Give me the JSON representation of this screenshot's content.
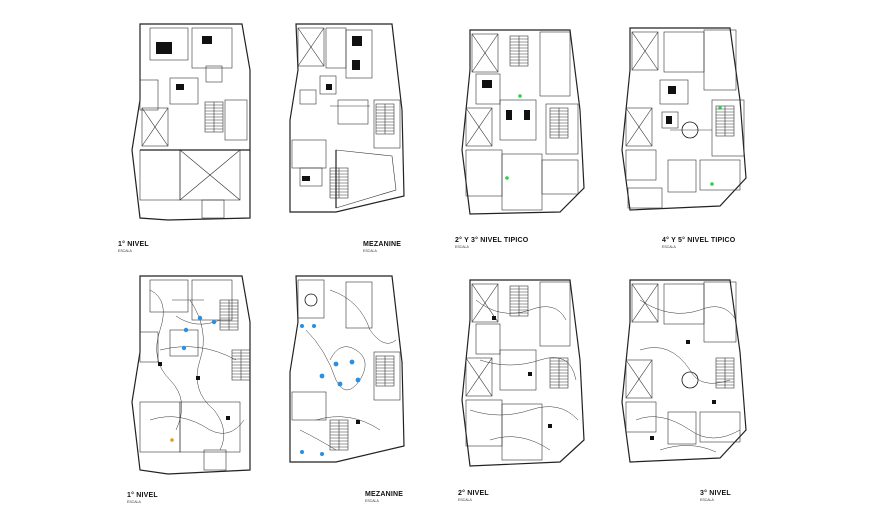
{
  "sheet": {
    "background": "#ffffff",
    "line_color": "#222222",
    "accent_colors": {
      "blue_fixture": "#2a8fe0",
      "green_marker": "#2bd14a",
      "orange_marker": "#e09a2a"
    }
  },
  "plans": [
    {
      "id": "p1",
      "row": "architectural",
      "label": "1° NIVEL",
      "sublabel": "ESCALA"
    },
    {
      "id": "p2",
      "row": "architectural",
      "label": "MEZANINE",
      "sublabel": "ESCALA"
    },
    {
      "id": "p3",
      "row": "architectural",
      "label": "2° Y 3° NIVEL TIPICO",
      "sublabel": "ESCALA"
    },
    {
      "id": "p4",
      "row": "architectural",
      "label": "4° Y 5° NIVEL TIPICO",
      "sublabel": "ESCALA"
    },
    {
      "id": "p5",
      "row": "electrical",
      "label": "1° NIVEL",
      "sublabel": "ESCALA"
    },
    {
      "id": "p6",
      "row": "electrical",
      "label": "MEZANINE",
      "sublabel": "ESCALA"
    },
    {
      "id": "p7",
      "row": "electrical",
      "label": "2° NIVEL",
      "sublabel": "ESCALA"
    },
    {
      "id": "p8",
      "row": "electrical",
      "label": "3° NIVEL",
      "sublabel": "ESCALA"
    }
  ]
}
